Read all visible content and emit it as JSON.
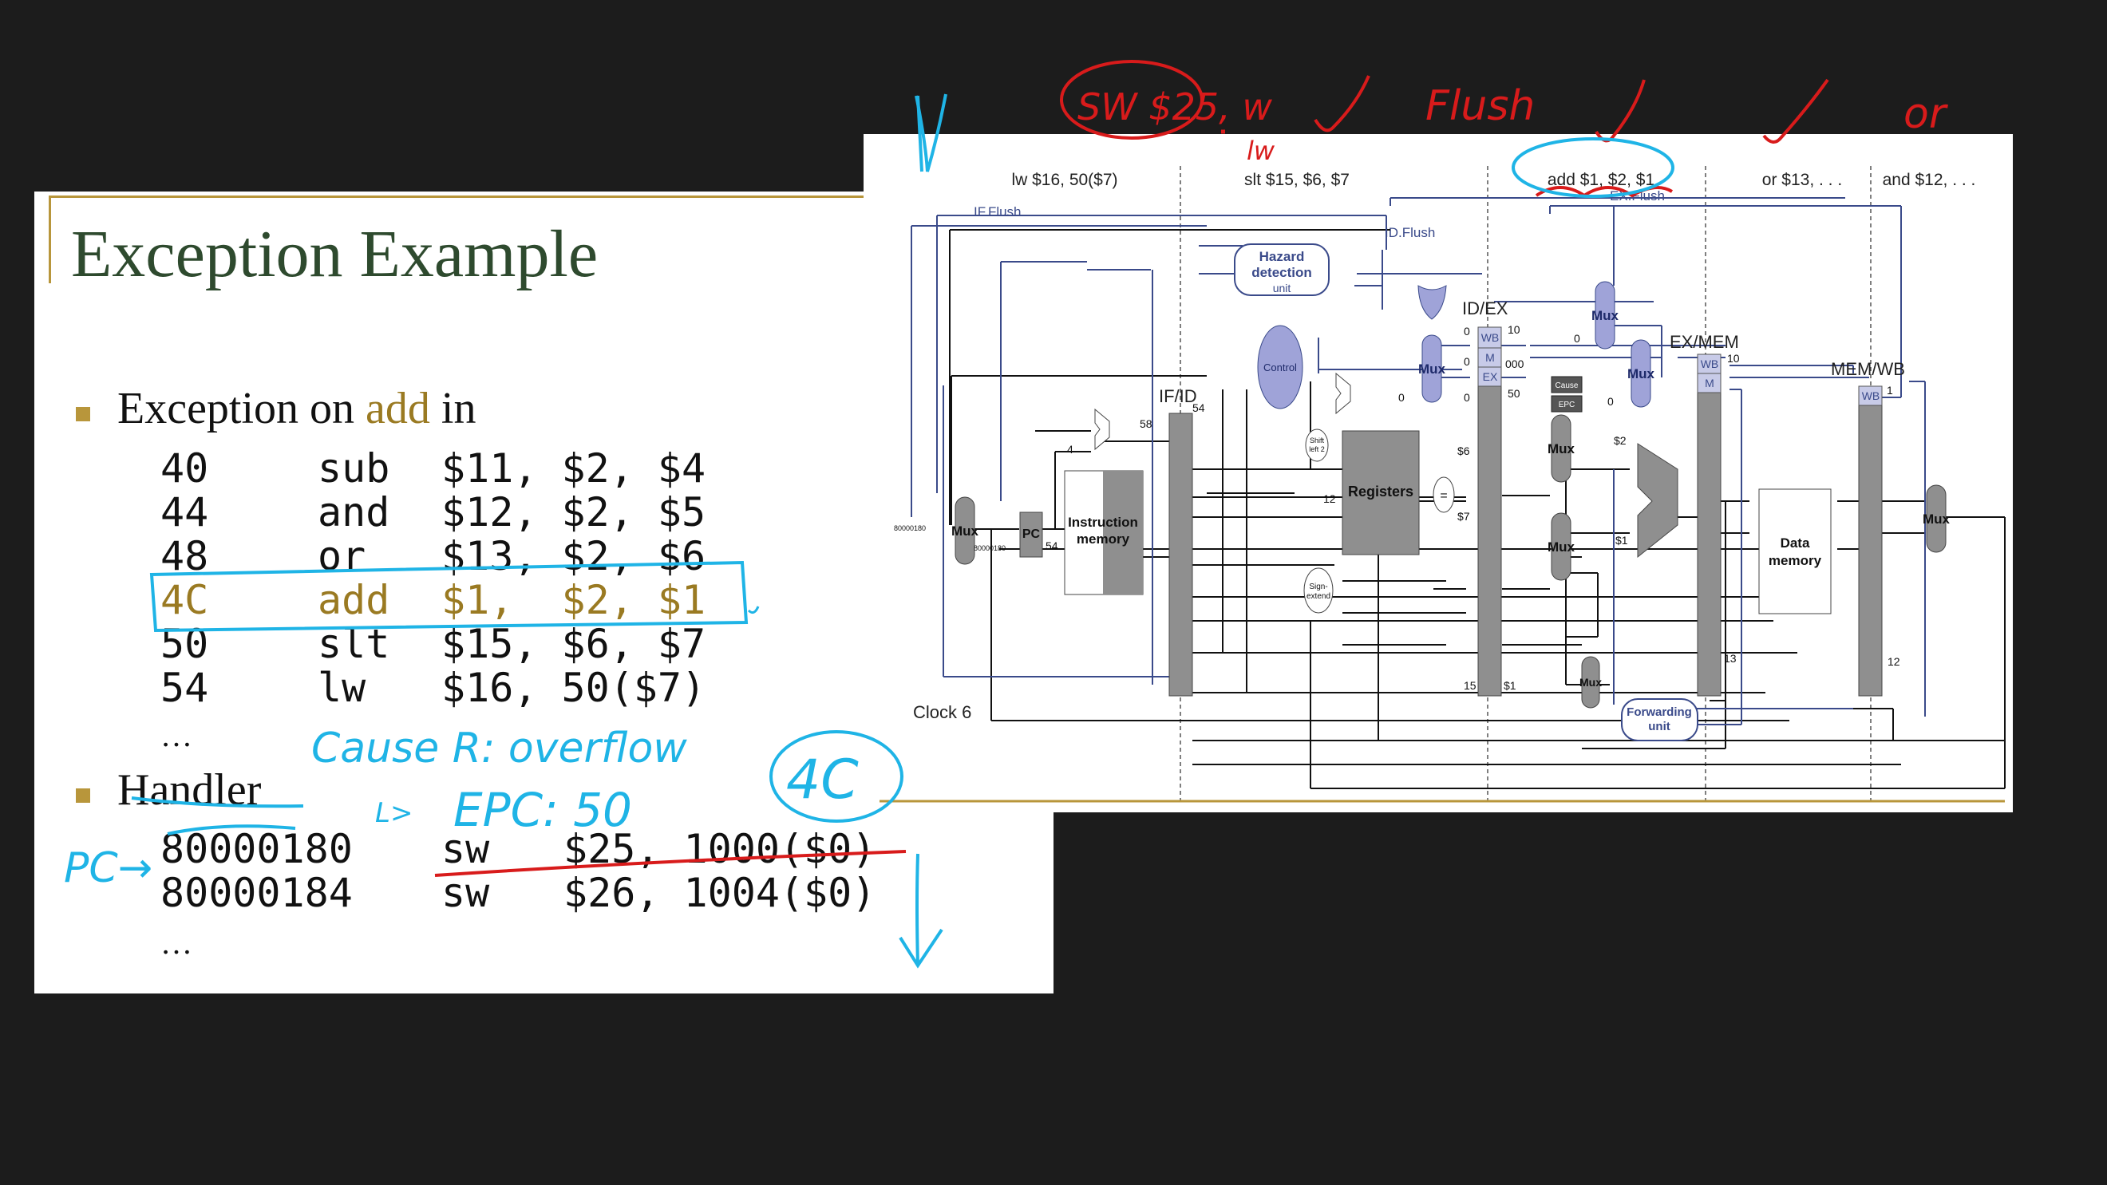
{
  "slide": {
    "title": "Exception Example",
    "bullet1": {
      "prefix": "Exception on",
      "keyword": "add",
      "suffix": "in"
    },
    "code_rows": [
      {
        "addr": "40",
        "op": "sub",
        "args": "$11, $2, $4"
      },
      {
        "addr": "44",
        "op": "and",
        "args": "$12, $2, $5"
      },
      {
        "addr": "48",
        "op": "or",
        "args": "$13, $2, $6"
      },
      {
        "addr": "4C",
        "op": "add",
        "args": "$1,  $2, $1"
      },
      {
        "addr": "50",
        "op": "slt",
        "args": "$15, $6, $7"
      },
      {
        "addr": "54",
        "op": "lw",
        "args": "$16, 50($7)"
      }
    ],
    "ellipsis": "…",
    "bullet2": "Handler",
    "handler_rows": [
      {
        "addr": "80000180",
        "op": "sw",
        "args": "$25, 1000($0)"
      },
      {
        "addr": "80000184",
        "op": "sw",
        "args": "$26, 1004($0)"
      }
    ]
  },
  "diagram": {
    "stage_labels": [
      "lw $16, 50($7)",
      "slt $15, $6, $7",
      "add $1, $2, $1",
      "or $13, . . .",
      "and $12, . . ."
    ],
    "clock": "Clock 6",
    "flush_labels": {
      "if": "IF.Flush",
      "id": "ID.Flush",
      "ex": "EX.Flush"
    },
    "units": {
      "hazard": [
        "Hazard",
        "detection",
        "unit"
      ],
      "control": "Control",
      "registers": "Registers",
      "imem": [
        "Instruction",
        "memory"
      ],
      "dmem": [
        "Data",
        "memory"
      ],
      "forwarding": [
        "Forwarding",
        "unit"
      ],
      "shift": [
        "Shift",
        "left 2"
      ],
      "sign": [
        "Sign-",
        "extend"
      ],
      "pc": "PC",
      "cause": "Cause",
      "epc": "EPC",
      "equal": "="
    },
    "pipe_regs": {
      "ifid": "IF/ID",
      "idex": "ID/EX",
      "exmem": "EX/MEM",
      "memwb": "MEM/WB"
    },
    "field_labels": {
      "wb": "WB",
      "m": "M",
      "ex": "EX"
    },
    "mux_label": "Mux",
    "values": {
      "v80000180a": "80000180",
      "v80000180b": "80000180",
      "v4": "4",
      "v58": "58",
      "v54a": "54",
      "v54b": "54",
      "v12": "12",
      "v6": "$6",
      "v7": "$7",
      "v2": "$2",
      "v1a": "$1",
      "v1b": "$1",
      "v10a": "10",
      "v10b": "10",
      "v000": "000",
      "v50": "50",
      "v0a": "0",
      "v0b": "0",
      "v0c": "0",
      "v0d": "0",
      "v0e": "0",
      "v0f": "0",
      "v15": "15",
      "v13": "13",
      "v12b": "12",
      "v1c": "1"
    }
  },
  "annotations": {
    "sw_circle": "SW $25, w",
    "lw_small": "lw",
    "flush": "Flush",
    "or": "or",
    "cause": "Cause R: overflow",
    "epc": "EPC: 50",
    "epc_arrow": "L>",
    "pc_arrow": "PC→",
    "circle_4c": "4C",
    "colors": {
      "red": "#d81b1b",
      "cyan": "#1fb4e6"
    }
  }
}
